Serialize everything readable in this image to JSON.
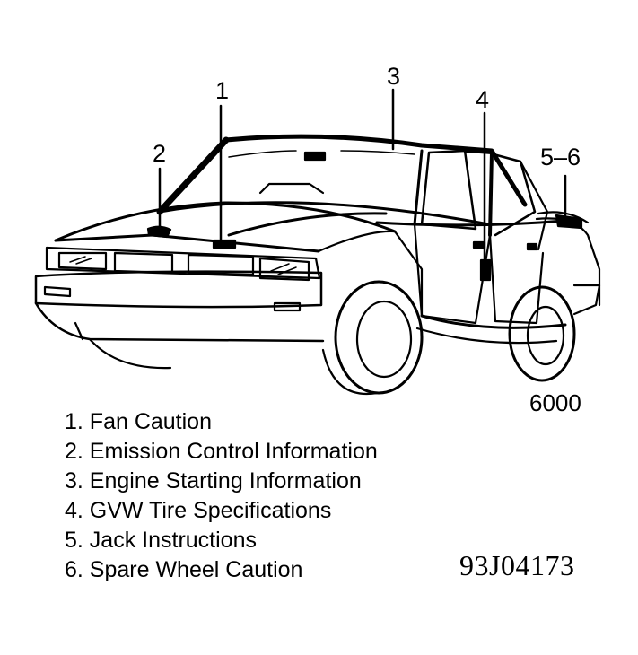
{
  "callouts": {
    "c1": "1",
    "c2": "2",
    "c3": "3",
    "c4": "4",
    "c56": "5–6"
  },
  "model_label": "6000",
  "legend": [
    "1. Fan Caution",
    "2. Emission Control Information",
    "3. Engine Starting Information",
    "4. GVW Tire Specifications",
    "5. Jack Instructions",
    "6. Spare Wheel Caution"
  ],
  "figure_id": "93J04173",
  "colors": {
    "ink": "#000000",
    "paper": "#ffffff"
  }
}
